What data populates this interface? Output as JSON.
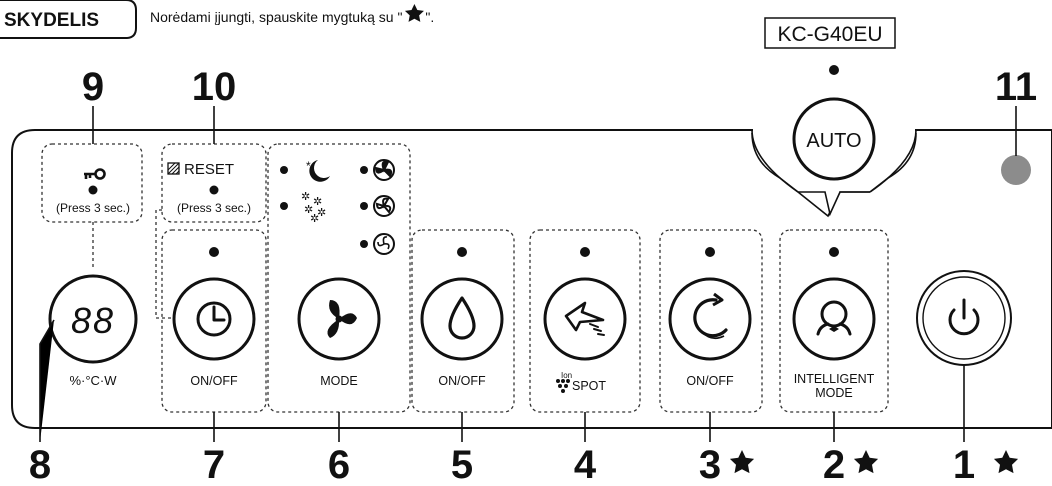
{
  "header": {
    "tab_label": "SKYDELIS",
    "note_before_star": "Norėdami įjungti, spauskite mygtuką su \"",
    "note_after_star": "\"."
  },
  "model": {
    "name": "KC-G40EU",
    "auto_label": "AUTO"
  },
  "panel": {
    "key_press_note": "(Press 3 sec.)",
    "reset_label": "RESET",
    "reset_press_note": "(Press 3 sec.)",
    "display_digits": "88",
    "display_units": "%·°C·W",
    "timer_label": "ON/OFF",
    "mode_label": "MODE",
    "humidify_label": "ON/OFF",
    "spot_label": "SPOT",
    "ion_label": "Ion",
    "swing_label": "ON/OFF",
    "intelligent_label_line1": "INTELLIGENT",
    "intelligent_label_line2": "MODE"
  },
  "callouts": {
    "n1": "1",
    "n2": "2",
    "n3": "3",
    "n4": "4",
    "n5": "5",
    "n6": "6",
    "n7": "7",
    "n8": "8",
    "n9": "9",
    "n10": "10",
    "n11": "11"
  },
  "colors": {
    "sensor": "#8c8c8c",
    "ink": "#111111"
  }
}
